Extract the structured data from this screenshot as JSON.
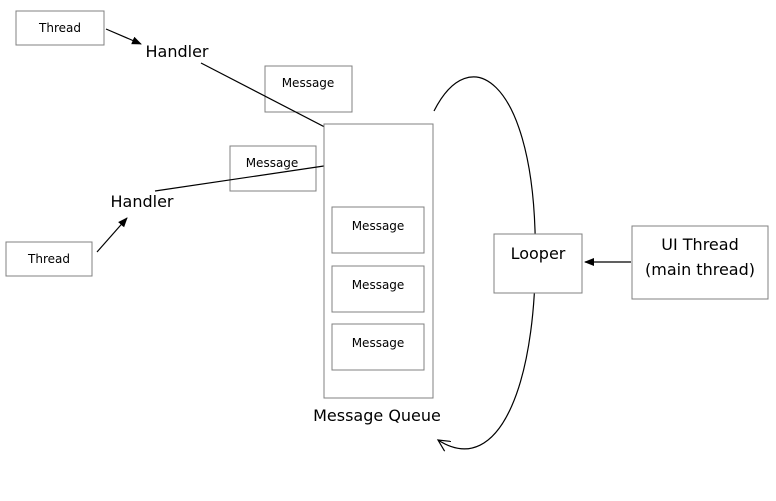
{
  "diagram": {
    "thread_top": "Thread",
    "thread_bottom": "Thread",
    "handler_top": "Handler",
    "handler_bottom": "Handler",
    "message_floating_top": "Message",
    "message_floating_mid": "Message",
    "queue_messages": [
      "Message",
      "Message",
      "Message"
    ],
    "queue_label": "Message Queue",
    "looper": "Looper",
    "ui_thread_line1": "UI Thread",
    "ui_thread_line2": "(main thread)"
  },
  "colors": {
    "stroke": "#000000",
    "box_border": "#808080",
    "background": "#ffffff"
  }
}
